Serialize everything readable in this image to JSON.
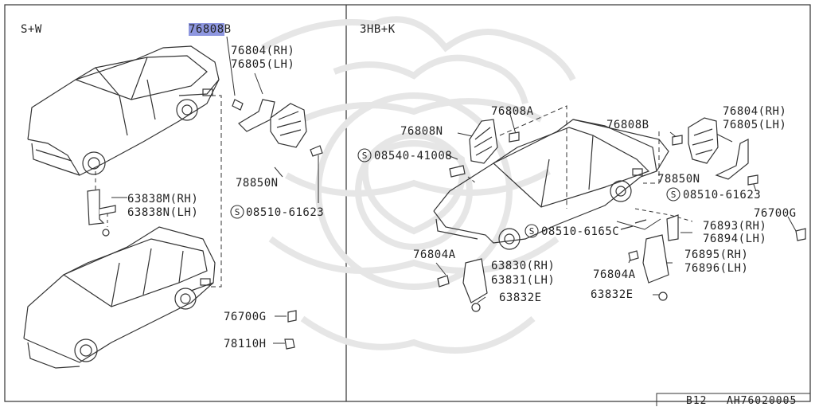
{
  "left_panel": {
    "title": "S+W",
    "callouts": {
      "p76808": "76808",
      "p76808_suffix": "B",
      "p76804_rh": "76804(RH)",
      "p76805_lh": "76805(LH)",
      "p78850n": "78850N",
      "p08510_61623": "08510-61623",
      "p63838m": "63838M(RH)",
      "p63838n": "63838N(LH)",
      "p76700g": "76700G",
      "p78110h": "78110H"
    }
  },
  "right_panel": {
    "title": "3HB+K",
    "callouts": {
      "p76808a": "76808A",
      "p76808n": "76808N",
      "p08540_41008": "08540-41008",
      "p76808b": "76808B",
      "p76804_rh": "76804(RH)",
      "p76805_lh": "76805(LH)",
      "p78850n": "78850N",
      "p08510_61623": "08510-61623",
      "p76700g": "76700G",
      "p08510_6165c": "08510-6165C",
      "p76893": "76893(RH)",
      "p76894": "76894(LH)",
      "p76804a_left": "76804A",
      "p63830": "63830(RH)",
      "p63831": "63831(LH)",
      "p76895": "76895(RH)",
      "p76896": "76896(LH)",
      "p76804a_right": "76804A",
      "p63832e_left": "63832E",
      "p63832e_right": "63832E"
    }
  },
  "footer": {
    "section": "B12",
    "code": "AH76020005"
  },
  "colors": {
    "highlight": "#8e97e0",
    "line": "#333333"
  }
}
